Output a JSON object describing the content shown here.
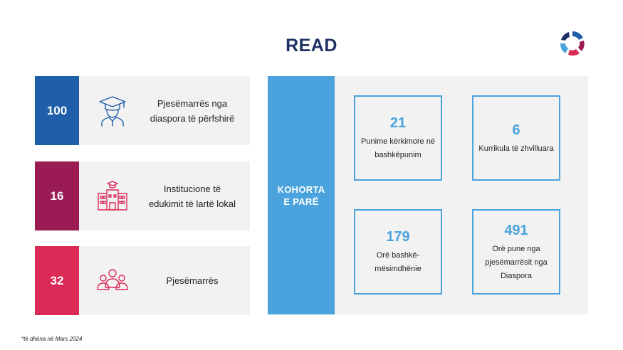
{
  "page_title": "READ",
  "stats": [
    {
      "value": "100",
      "label": "Pjesëmarrës nga\ndiaspora të përfshirë",
      "icon": "graduate-icon",
      "color": "#1f5ea8"
    },
    {
      "value": "16",
      "label": "Institucione të\nedukimit të lartë lokal",
      "icon": "university-building-icon",
      "color": "#9b1b54"
    },
    {
      "value": "32",
      "label": "Pjesëmarrës",
      "icon": "participants-group-icon",
      "color": "#dc2a57"
    }
  ],
  "cohort": {
    "label": "KOHORTA\nE PARË",
    "color": "#4aa3dd",
    "metrics": [
      {
        "value": "21",
        "label": "Punime kërkimore në\nbashkëpunim"
      },
      {
        "value": "6",
        "label": "Kurrikula të zhvilluara"
      },
      {
        "value": "179",
        "label": "Orë bashkë-\nmësimdhënie"
      },
      {
        "value": "491",
        "label": "Orë pune nga\npjesëmarrësit nga\nDiaspora"
      }
    ]
  },
  "footnote": "*të dhëna në Mars 2024"
}
